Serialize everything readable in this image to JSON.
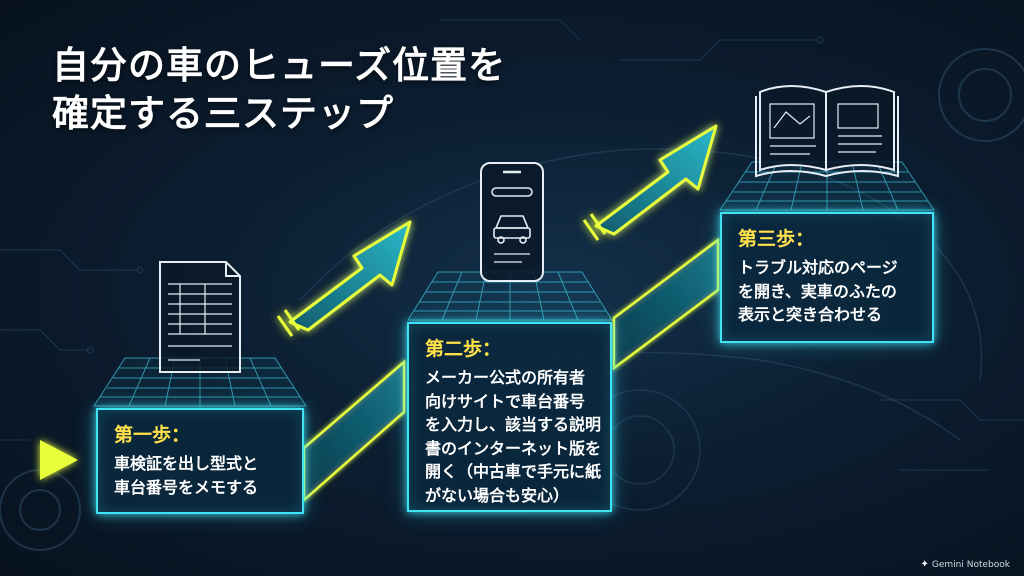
{
  "title": {
    "line1": "自分の車のヒューズ位置を",
    "line2": "確定する三ステップ"
  },
  "steps": [
    {
      "heading": "第一歩：",
      "lines": [
        "車検証を出し型式と",
        "車台番号をメモする"
      ],
      "icon": "document-icon"
    },
    {
      "heading": "第二歩：",
      "lines": [
        "メーカー公式の所有者",
        "向けサイトで車台番号",
        "を入力し、該当する説明",
        "書のインターネット版を",
        "開く（中古車で手元に紙",
        "がない場合も安心）"
      ],
      "icon": "smartphone-car-icon"
    },
    {
      "heading": "第三歩：",
      "lines": [
        "トラブル対応のページ",
        "を開き、実車のふたの",
        "表示と突き合わせる"
      ],
      "icon": "open-manual-icon"
    }
  ],
  "watermark": "Gemini Notebook",
  "colors": {
    "background": "#0c1e31",
    "neon_cyan": "#3fe3f5",
    "neon_yellow": "#e8ff3a",
    "heading_yellow": "#ffe14a",
    "text": "#ffffff"
  }
}
